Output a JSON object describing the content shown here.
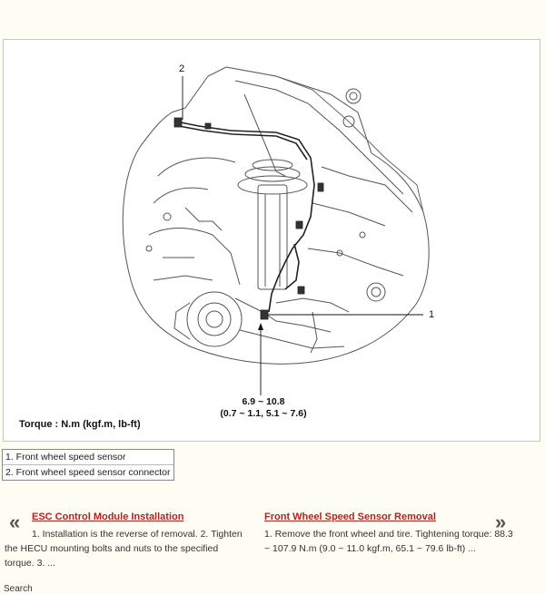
{
  "diagram": {
    "callouts": [
      "2",
      "1"
    ],
    "torque_value": "6.9 ~ 10.8",
    "torque_value_alt": "(0.7 ~ 1.1, 5.1 ~ 7.6)",
    "torque_units": "Torque : N.m (kgf.m, lb-ft)"
  },
  "legend": [
    "1. Front wheel speed sensor",
    "2. Front wheel speed sensor connector"
  ],
  "nav": {
    "prev_arrow": "«",
    "next_arrow": "»",
    "prev_title": "ESC Control Module Installation",
    "prev_desc": "1. Installation is the reverse of removal. 2. Tighten the HECU mounting bolts and nuts to the specified torque. 3. ...",
    "next_title": "Front Wheel Speed Sensor Removal",
    "next_desc": "1. Remove the front wheel and tire. Tightening torque: 88.3 ~ 107.9 N.m (9.0 ~ 11.0 kgf.m, 65.1 ~ 79.6 lb-ft) ..."
  },
  "footer_fragment": "Search"
}
